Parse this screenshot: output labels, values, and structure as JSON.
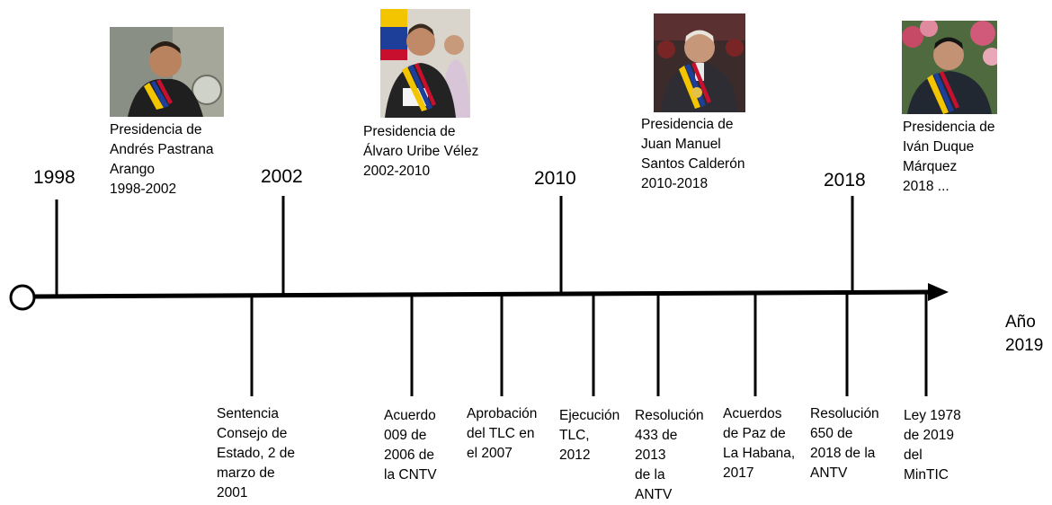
{
  "years": [
    "1998",
    "2002",
    "2010",
    "2018"
  ],
  "axis_label": "Año\n2019",
  "presidencies": [
    {
      "text": "Presidencia de\nAndrés Pastrana\nArango\n1998-2002",
      "photo": "pastrana-portrait"
    },
    {
      "text": "Presidencia de\nÁlvaro Uribe Vélez\n2002-2010",
      "photo": "uribe-portrait"
    },
    {
      "text": "Presidencia de\nJuan Manuel\nSantos Calderón\n2010-2018",
      "photo": "santos-portrait"
    },
    {
      "text": "Presidencia de\nIván Duque\nMárquez\n2018 ...",
      "photo": "duque-portrait"
    }
  ],
  "events": [
    "Sentencia\nConsejo de\nEstado, 2 de\nmarzo de\n2001",
    "Acuerdo\n009 de\n2006 de\nla CNTV",
    "Aprobación\ndel TLC en\nel 2007",
    "Ejecución\nTLC,\n2012",
    "Resolución\n433 de\n2013\nde la\nANTV",
    "Acuerdos\nde Paz de\nLa Habana,\n2017",
    "Resolución\n650 de\n2018 de la\nANTV",
    "Ley 1978\nde 2019\ndel\nMinTIC"
  ],
  "colors": {
    "line": "#000000",
    "sash_yellow": "#f2c500",
    "sash_blue": "#1d3f99",
    "sash_red": "#c8102e"
  }
}
